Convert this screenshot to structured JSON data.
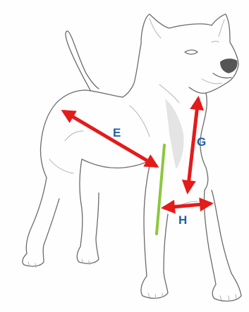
{
  "labels": {
    "e": "E",
    "g": "G",
    "h": "H"
  },
  "colors": {
    "arrow": "#e31b1b",
    "reference_line": "#8dc63f",
    "label": "#1f5fa8",
    "sketch": "#6b6b6b"
  },
  "subject": "dog-line-drawing"
}
